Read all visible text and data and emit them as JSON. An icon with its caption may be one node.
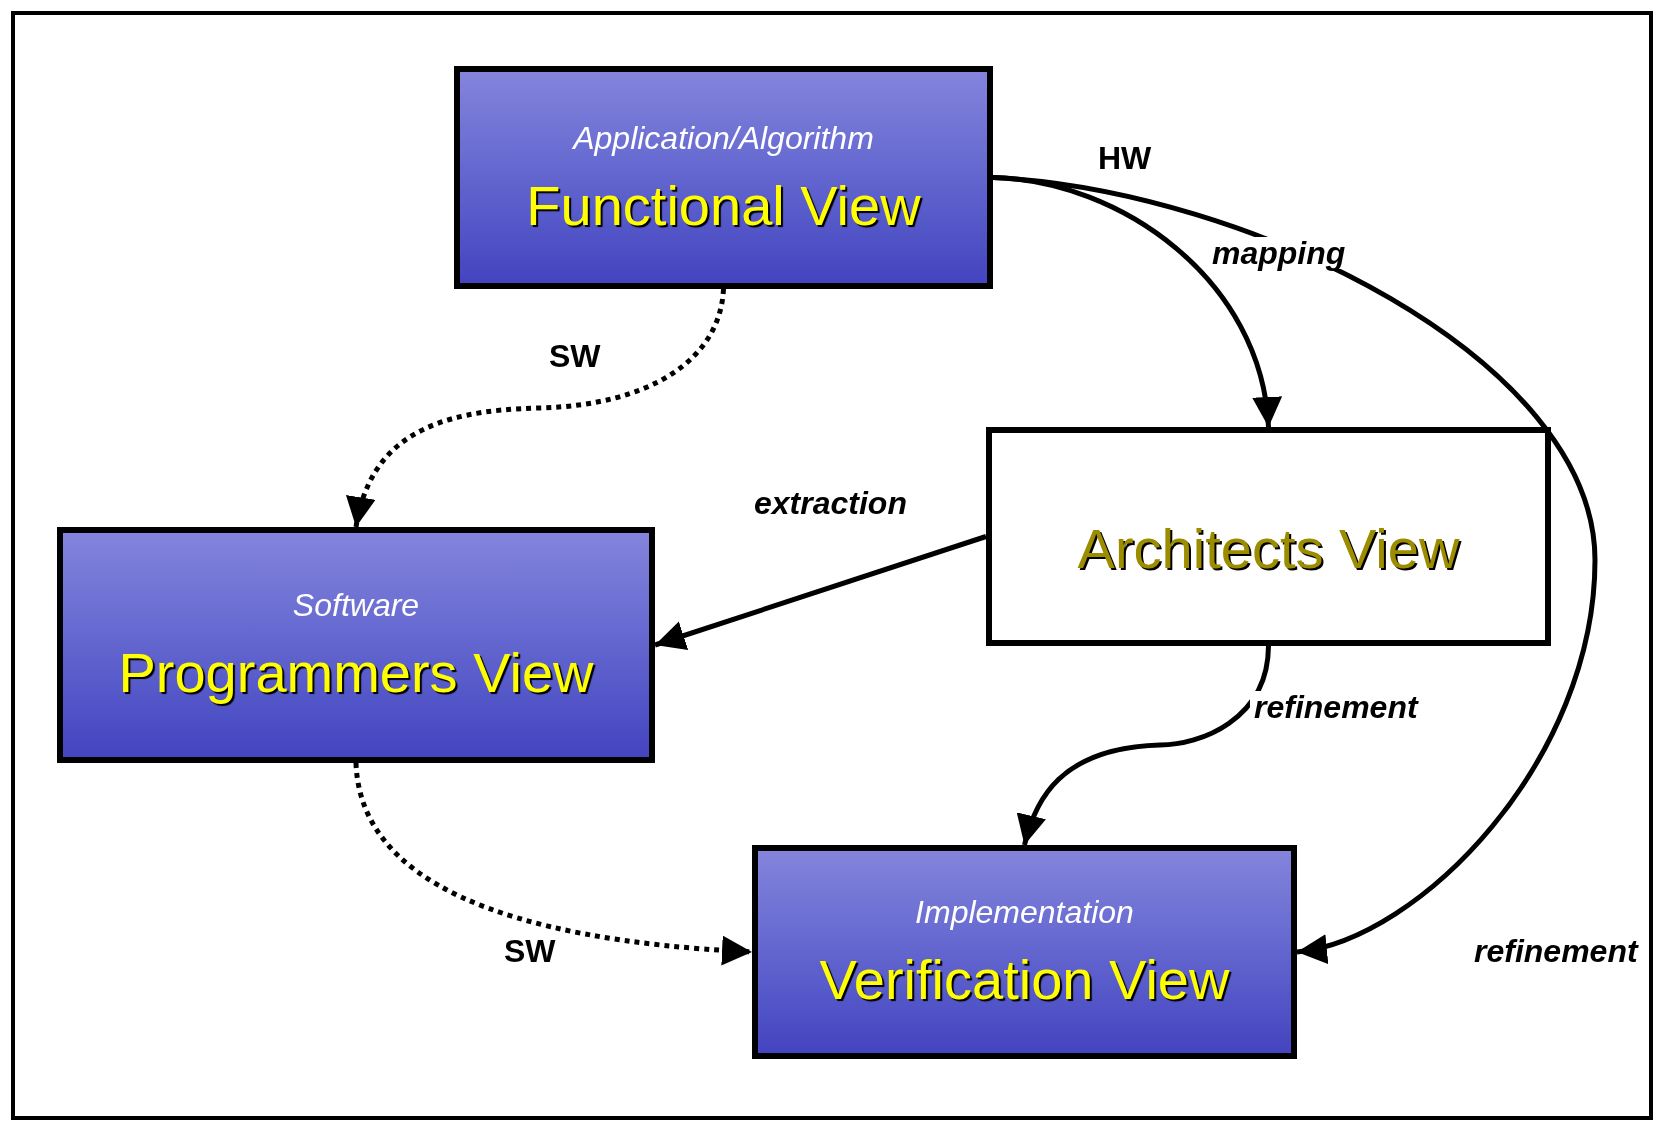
{
  "diagram": {
    "nodes": [
      {
        "text": [
          "Application/Algorithm",
          "Functional View"
        ]
      },
      {
        "text": [
          "Architects View"
        ]
      },
      {
        "text": [
          "Software",
          "Programmers View"
        ]
      },
      {
        "text": [
          "Implementation",
          "Verification View"
        ]
      }
    ],
    "edges": [
      {
        "from": 0,
        "to": 2,
        "arrow": "to",
        "label": "SW",
        "style": "dashed"
      },
      {
        "from": 0,
        "to": 1,
        "arrow": "to"
      },
      {
        "from": 0,
        "to": 3,
        "arrow": "to",
        "label": "refinement"
      },
      {
        "from": 1,
        "to": 2,
        "arrow": "to",
        "label": "extraction"
      },
      {
        "from": 1,
        "to": 3,
        "arrow": "to",
        "label": "refinement"
      },
      {
        "from": 2,
        "to": 3,
        "arrow": "to",
        "label": "SW",
        "style": "dashed"
      }
    ],
    "labels": [
      "HW",
      "mapping"
    ]
  }
}
